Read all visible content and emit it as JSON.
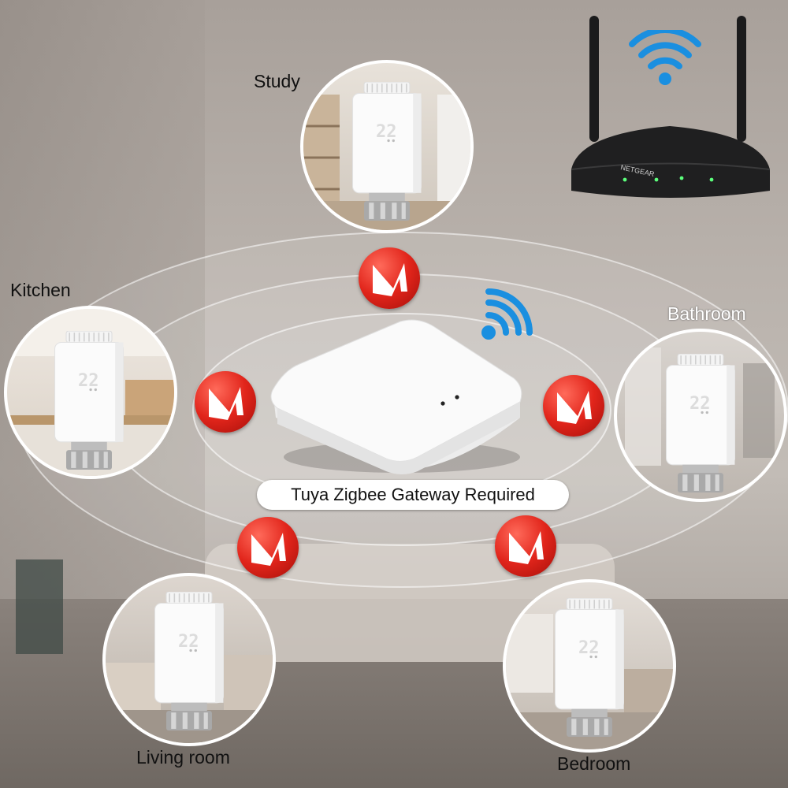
{
  "scene": {
    "gateway_label": "Tuya Zigbee Gateway Required",
    "router_brand": "NETGEAR",
    "thermostat_reading": "22",
    "rooms": [
      {
        "name": "Study"
      },
      {
        "name": "Kitchen"
      },
      {
        "name": "Bathroom"
      },
      {
        "name": "Living room"
      },
      {
        "name": "Bedroom"
      }
    ]
  },
  "colors": {
    "zigbee_red": "#e1251b",
    "wifi_blue": "#1a8fe0",
    "router_black": "#1b1b1c"
  },
  "icons": [
    "wifi-icon",
    "zigbee-logo-icon",
    "router-image",
    "gateway-hub-image",
    "thermostat-image"
  ]
}
